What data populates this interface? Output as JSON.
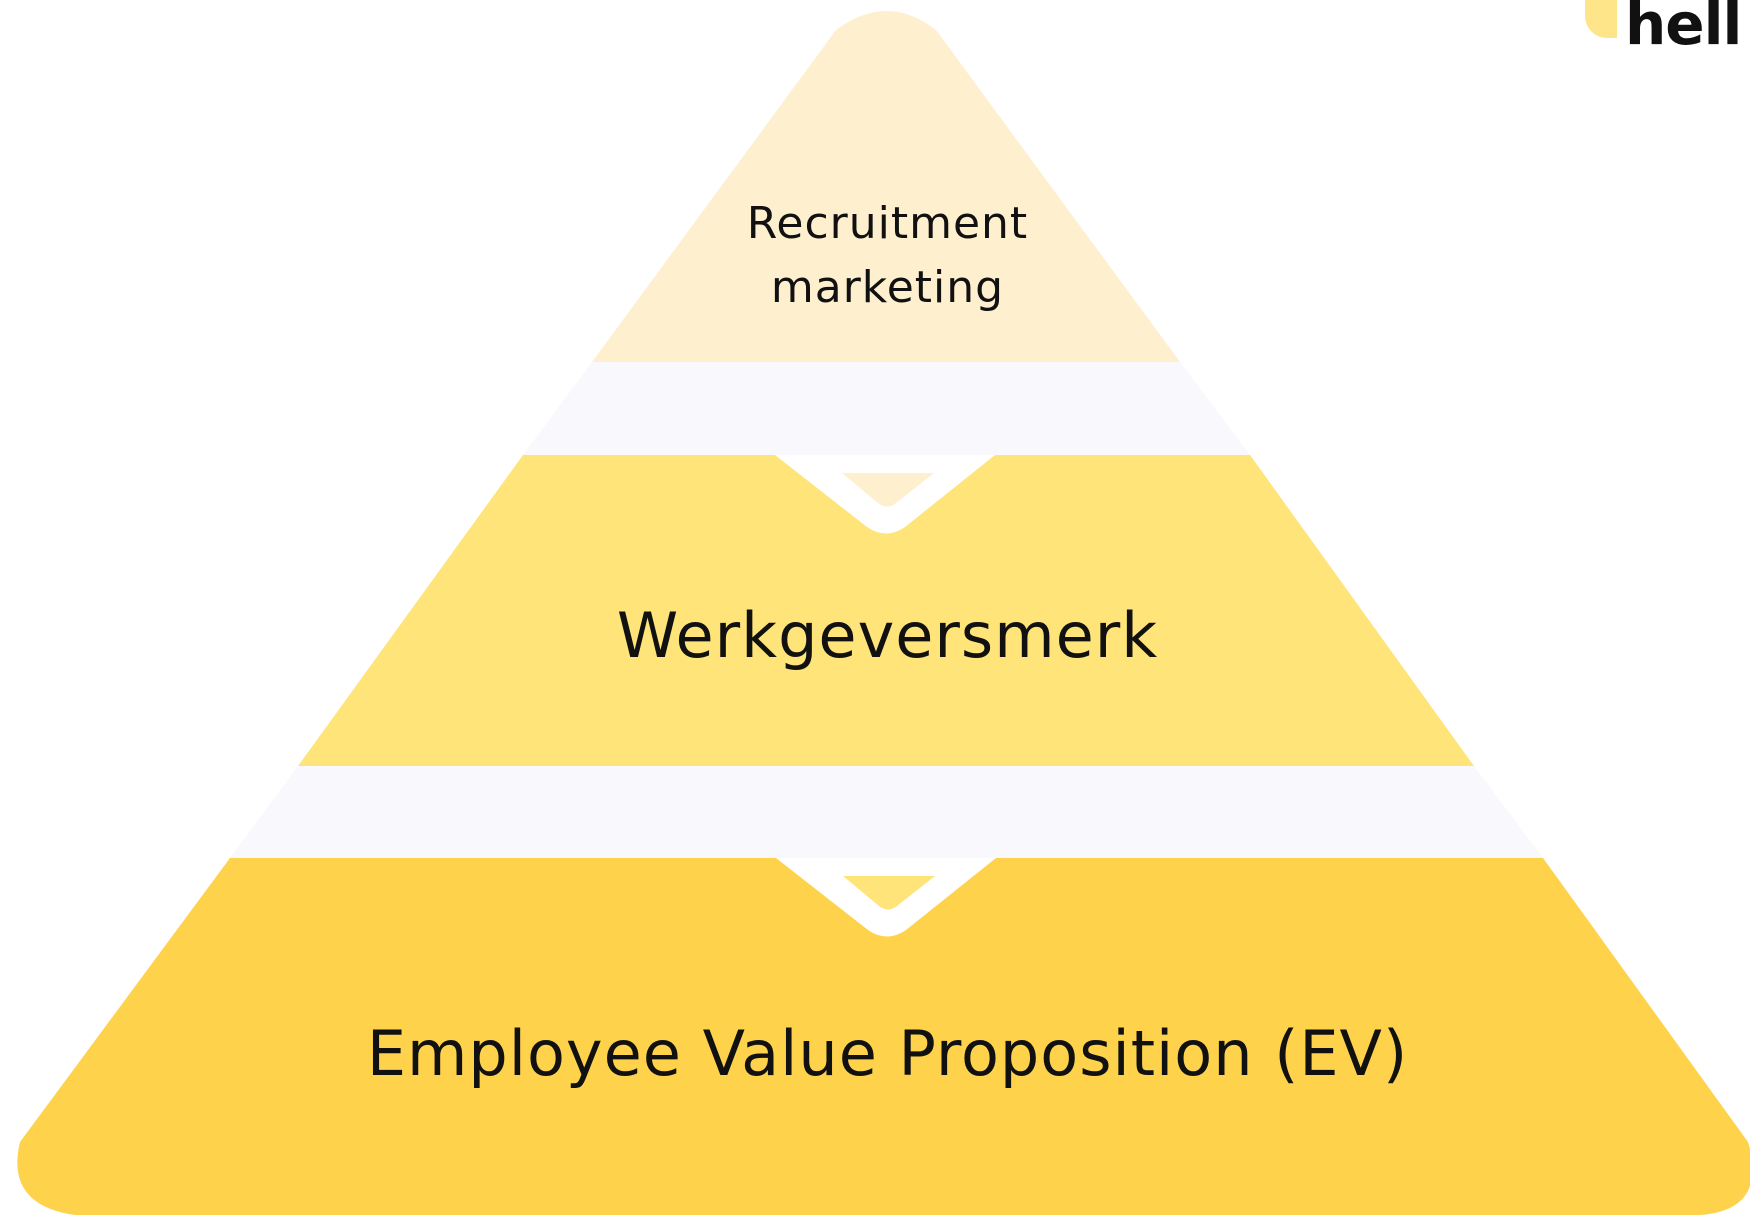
{
  "diagram": {
    "type": "pyramid",
    "layers": [
      {
        "label": "Recruitment marketing",
        "color": "#FEEFCE"
      },
      {
        "label": "Werkgeversmerk",
        "color": "#FFE47A"
      },
      {
        "label": "Employee Value Proposition (EV)",
        "color": "#FED24A"
      }
    ],
    "connector_color": "#F9F8FD"
  },
  "logo": {
    "text": "hell",
    "mark_color": "#FFE58A"
  }
}
